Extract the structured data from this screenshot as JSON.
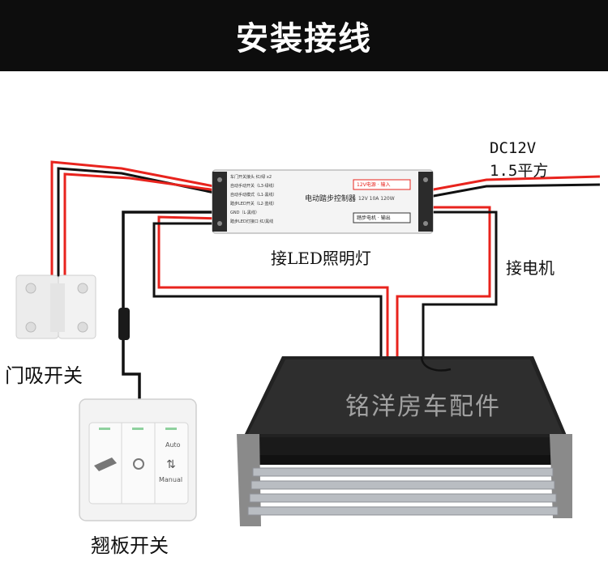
{
  "header": {
    "title": "安装接线"
  },
  "labels": {
    "power_line1": "DC12V",
    "power_line2": "1.5平方",
    "led": "接LED照明灯",
    "motor": "接电机",
    "door_switch": "门吸开关",
    "panel_switch": "翘板开关",
    "watermark": "铭洋房车配件"
  },
  "controller": {
    "main_label": "电动踏步控制器",
    "input_label": "12V电源 · 输入",
    "spec": "12V  10A  120W",
    "output_label": "踏步电机 · 输出",
    "left_rows": [
      "车门开关接头  红/绿 x2",
      "自动手动开关（L3·绿线）",
      "自动手动模式（L1·黑线）",
      "踏步LED开关（L2·蓝线）",
      "GND（L·黑线）",
      "踏步LED灯接口  红/黑线"
    ]
  },
  "switch_panel": {
    "auto": "Auto",
    "manual": "Manual"
  },
  "colors": {
    "wire_red": "#e8231d",
    "wire_black": "#111111",
    "title_bg": "#0d0d0d"
  }
}
